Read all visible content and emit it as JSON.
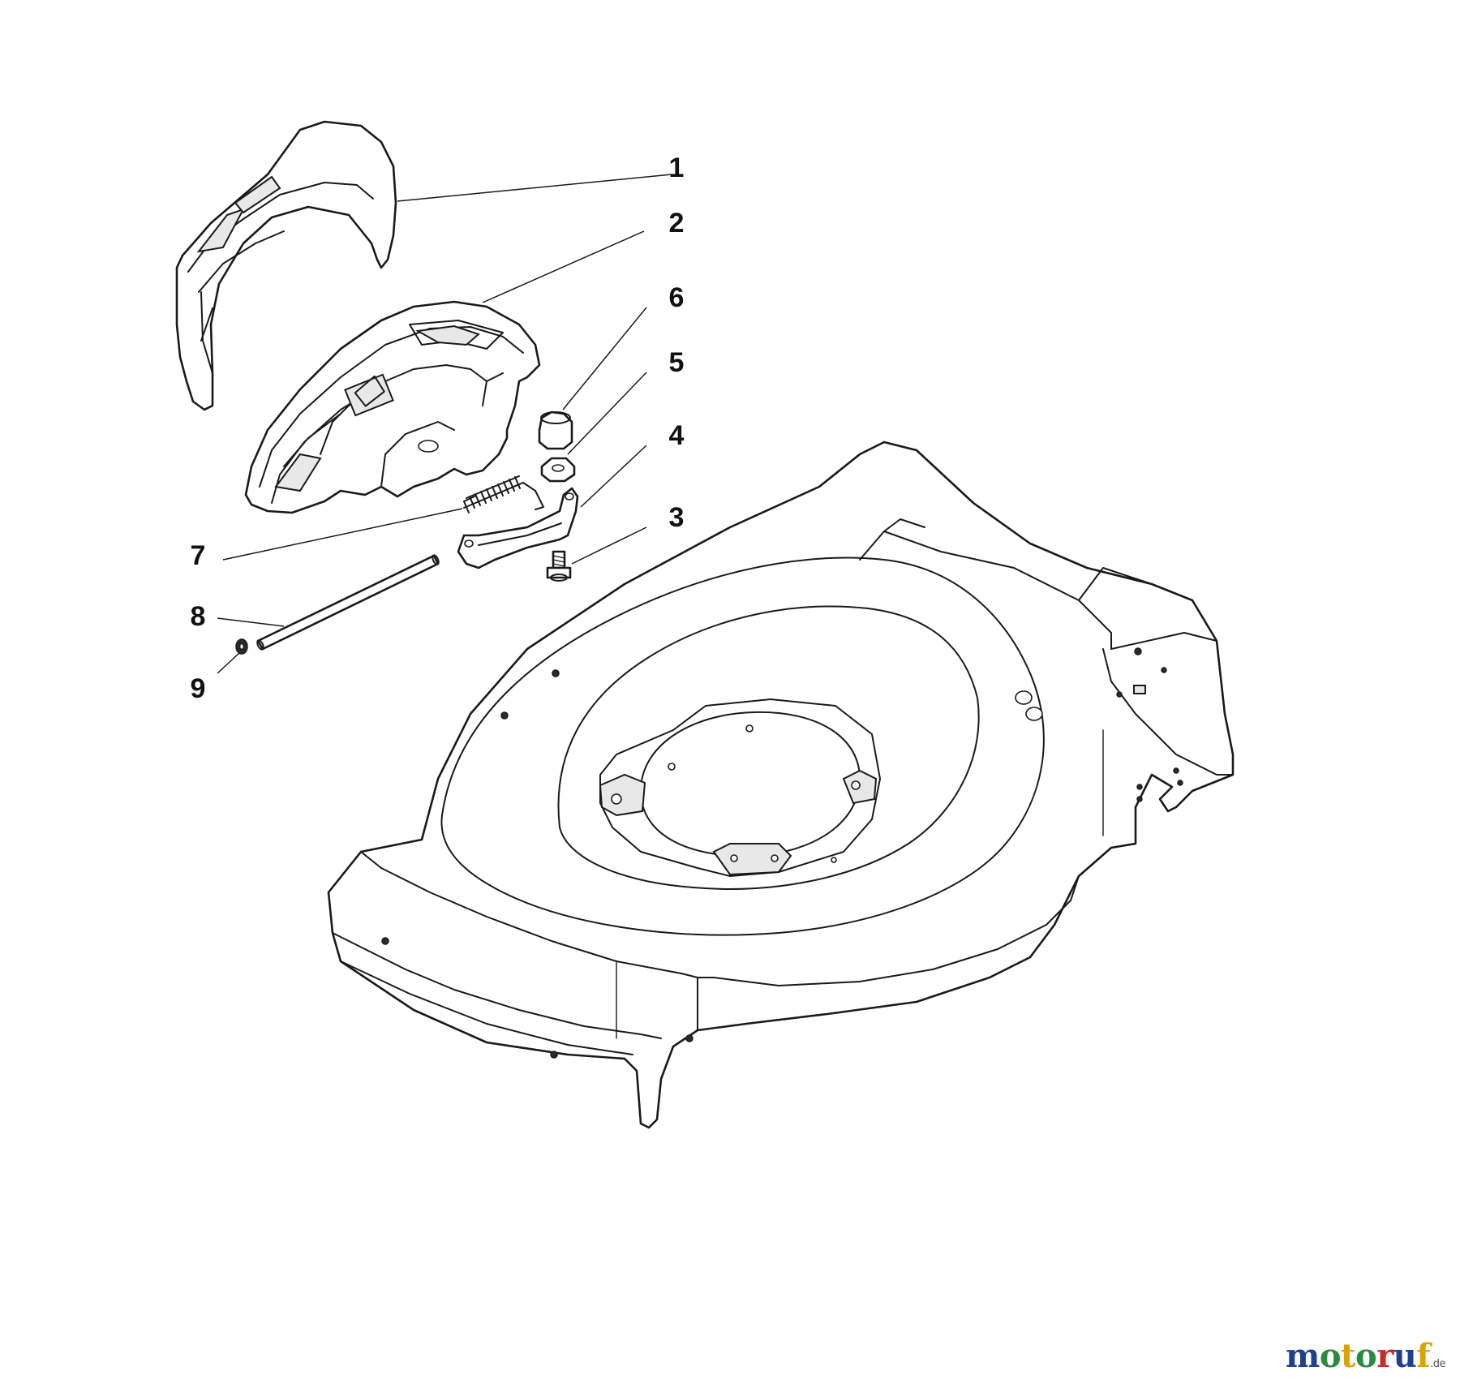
{
  "diagram": {
    "callouts": [
      {
        "id": "1",
        "label": "1",
        "part": "rear-guard-cover"
      },
      {
        "id": "2",
        "label": "2",
        "part": "rear-flap-housing"
      },
      {
        "id": "3",
        "label": "3",
        "part": "screw"
      },
      {
        "id": "4",
        "label": "4",
        "part": "bracket-plate"
      },
      {
        "id": "5",
        "label": "5",
        "part": "nut"
      },
      {
        "id": "6",
        "label": "6",
        "part": "cap"
      },
      {
        "id": "7",
        "label": "7",
        "part": "spring"
      },
      {
        "id": "8",
        "label": "8",
        "part": "shaft-rod"
      },
      {
        "id": "9",
        "label": "9",
        "part": "washer"
      }
    ]
  },
  "watermark": {
    "letters": [
      "m",
      "o",
      "t",
      "o",
      "r",
      "u",
      "f"
    ],
    "colors": [
      "#1f3f8f",
      "#2b8a3e",
      "#d9a300",
      "#2b8a3e",
      "#c92a2a",
      "#1f3f8f",
      "#d9a300"
    ],
    "tld": ".de"
  }
}
